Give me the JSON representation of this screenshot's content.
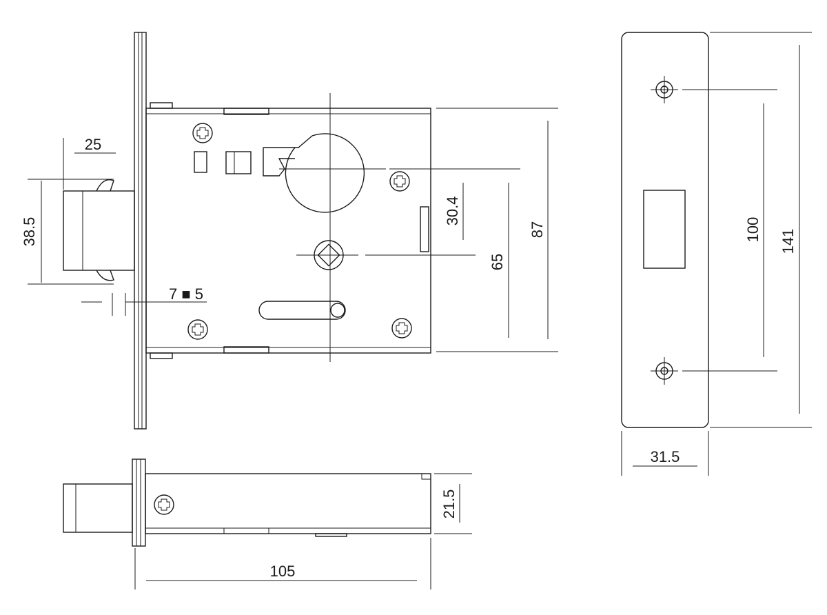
{
  "drawing": {
    "ink_color": "#1a1a1a",
    "background_color": "#ffffff",
    "dimensions": {
      "latch_projection": "25",
      "latch_height": "38.5",
      "spindle_square": "7 ■ 5",
      "handle_to_cylinder": "30.4",
      "backset_spindle": "65",
      "case_height": "87",
      "faceplate_holes": "100",
      "faceplate_height": "141",
      "faceplate_width": "31.5",
      "case_thickness": "21.5",
      "case_depth": "105"
    }
  }
}
